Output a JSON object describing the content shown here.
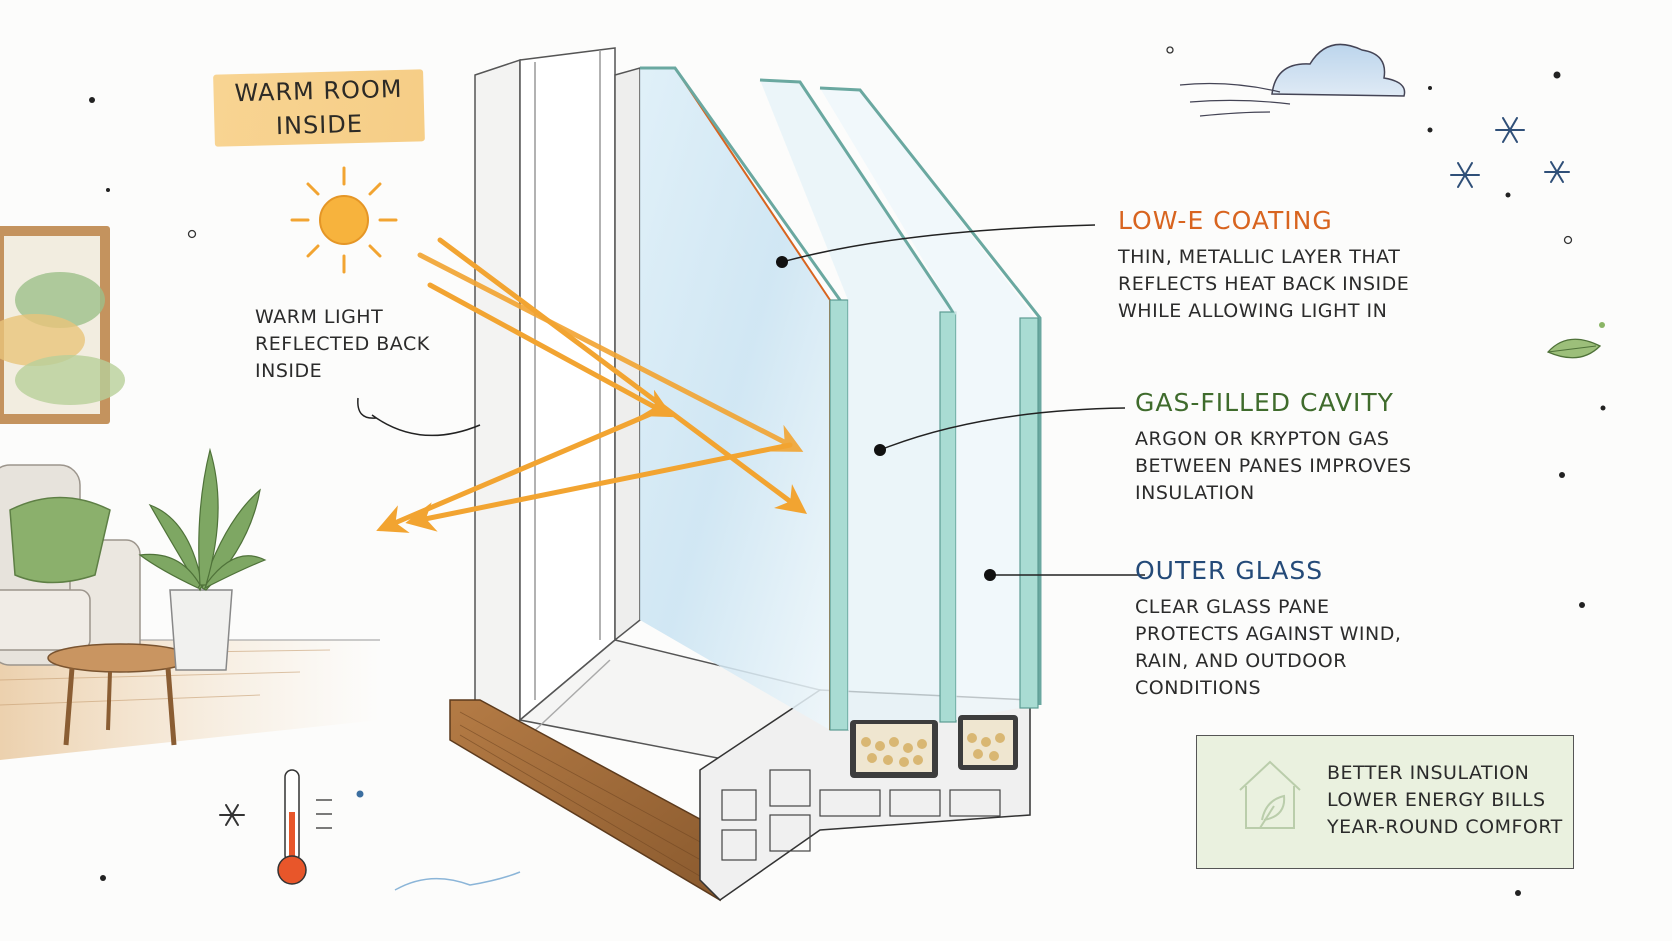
{
  "room_label": [
    "WARM ROOM",
    "INSIDE"
  ],
  "warm_light": [
    "WARM LIGHT",
    "REFLECTED BACK",
    "INSIDE"
  ],
  "lowe": {
    "heading": "LOW-E COATING",
    "body": [
      "THIN, METALLIC LAYER THAT",
      "REFLECTS HEAT BACK INSIDE",
      "WHILE ALLOWING LIGHT IN"
    ]
  },
  "gas": {
    "heading": "GAS-FILLED CAVITY",
    "body": [
      "ARGON OR KRYPTON GAS",
      "BETWEEN PANES IMPROVES",
      "INSULATION"
    ]
  },
  "outer": {
    "heading": "OUTER GLASS",
    "body": [
      "CLEAR GLASS PANE",
      "PROTECTS AGAINST WIND,",
      "RAIN, AND OUTDOOR",
      "CONDITIONS"
    ]
  },
  "benefits": [
    "BETTER INSULATION",
    "LOWER ENERGY BILLS",
    "YEAR-ROUND COMFORT"
  ],
  "colors": {
    "lowe_heading": "#d8641f",
    "gas_heading": "#3f6b2c",
    "outer_heading": "#244a78",
    "sun": "#f2a431",
    "glass": "#8fcfc4",
    "box": "#e4eed6"
  },
  "icons": [
    "sun-icon",
    "cloud-icon",
    "snowflake-icon",
    "thermometer-icon",
    "leaf-icon",
    "eco-house-icon",
    "plant-icon",
    "sofa-icon",
    "painting-icon",
    "table-icon"
  ]
}
